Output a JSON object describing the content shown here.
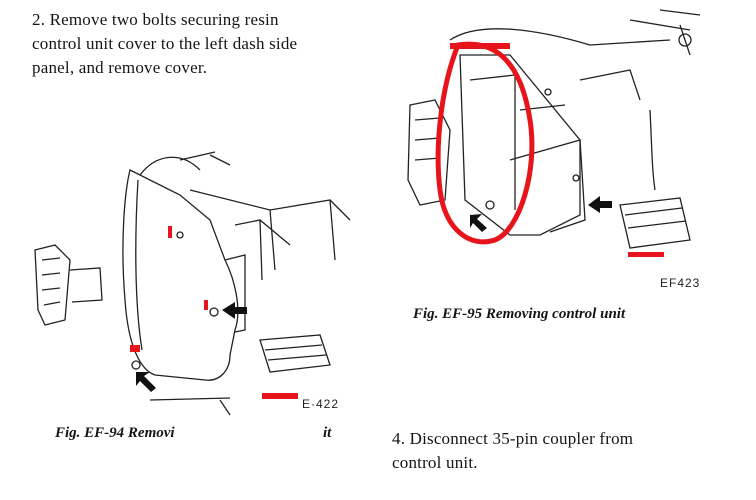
{
  "step_remove_cover": {
    "lines": [
      "2.   Remove two bolts securing resin",
      "control unit cover to the left dash side",
      "panel, and remove cover."
    ]
  },
  "step_disconnect": {
    "lines": [
      "4.   Disconnect 35-pin coupler from",
      "control unit."
    ]
  },
  "figure_ef94": {
    "caption": "Fig. EF-94  Removi",
    "caption_tail": "it",
    "code": "E·422"
  },
  "figure_ef95": {
    "caption": "Fig. EF-95  Removing control unit",
    "code": "EF423"
  },
  "colors": {
    "ink": "#141414",
    "markup_red": "#e8141c"
  }
}
